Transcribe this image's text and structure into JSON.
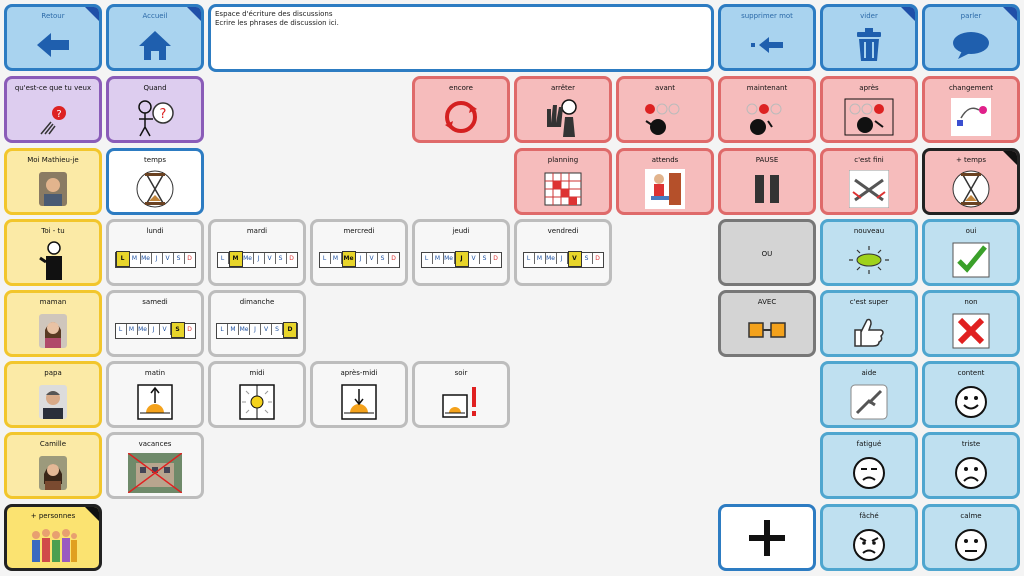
{
  "nav": {
    "back": "Retour",
    "home": "Accueil",
    "delete_word": "supprimer mot",
    "clear": "vider",
    "speak": "parler"
  },
  "textbox": {
    "line1": "Espace d'écriture des discussions",
    "line2": "Ecrire les phrases de discussion ici."
  },
  "questions": {
    "what_want": "qu'est-ce que tu veux",
    "when": "Quand"
  },
  "people": {
    "me": "Moi Mathieu-je",
    "you": "Toi - tu",
    "mom": "maman",
    "dad": "papa",
    "camille": "Camille",
    "more_people": "+ personnes"
  },
  "time": {
    "temps": "temps",
    "encore": "encore",
    "arreter": "arrêter",
    "avant": "avant",
    "maintenant": "maintenant",
    "apres": "après",
    "changement": "changement",
    "planning": "planning",
    "attends": "attends",
    "pause": "PAUSE",
    "cest_fini": "c'est fini",
    "plus_temps": "+ temps"
  },
  "days": {
    "lundi": "lundi",
    "mardi": "mardi",
    "mercredi": "mercredi",
    "jeudi": "jeudi",
    "vendredi": "vendredi",
    "samedi": "samedi",
    "dimanche": "dimanche",
    "strip": [
      "L",
      "M",
      "Me",
      "J",
      "V",
      "S",
      "D"
    ]
  },
  "dayparts": {
    "matin": "matin",
    "midi": "midi",
    "apres_midi": "après-midi",
    "soir": "soir",
    "vacances": "vacances"
  },
  "connectors": {
    "ou": "OU",
    "avec": "AVEC"
  },
  "feelings": {
    "nouveau": "nouveau",
    "oui": "oui",
    "cest_super": "c'est super",
    "non": "non",
    "aide": "aide",
    "content": "content",
    "fatigue": "fatigué",
    "triste": "triste",
    "fache": "fâché",
    "calme": "calme"
  },
  "colors": {
    "nav_bg": "#a9d3ef",
    "nav_border": "#2d7cc2",
    "time_bg": "#f6bcbc",
    "people_bg": "#fbeaa6",
    "quest_bg": "#ddcdef",
    "feel_bg": "#bfe0f0"
  }
}
